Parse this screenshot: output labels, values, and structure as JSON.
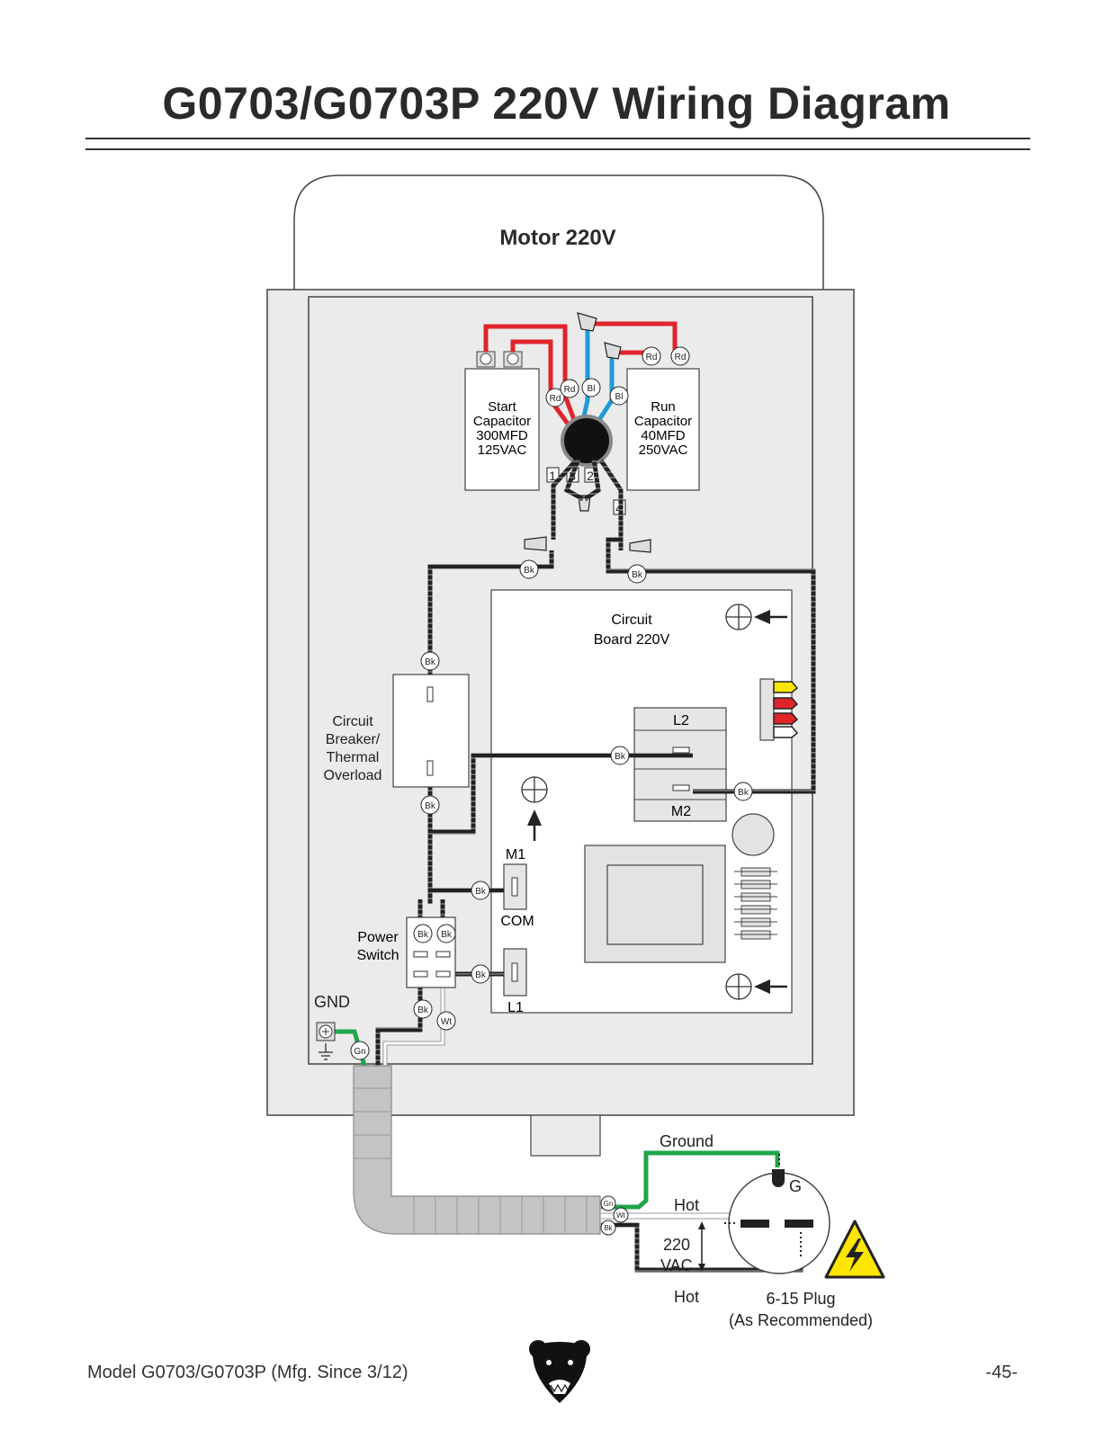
{
  "title": "G0703/G0703P 220V Wiring Diagram",
  "motor": {
    "label": "Motor 220V"
  },
  "start_capacitor": {
    "line1": "Start",
    "line2": "Capacitor",
    "line3": "300MFD",
    "line4": "125VAC"
  },
  "run_capacitor": {
    "line1": "Run",
    "line2": "Capacitor",
    "line3": "40MFD",
    "line4": "250VAC"
  },
  "terminals": {
    "t1": "1",
    "t2": "2",
    "t3": "3",
    "t4": "4"
  },
  "wire_tags": {
    "red": "Rd",
    "blue": "Bl",
    "black": "Bk",
    "white": "Wt",
    "green": "Gn"
  },
  "circuit_board": {
    "line1": "Circuit",
    "line2": "Board 220V",
    "l2": "L2",
    "m2": "M2",
    "m1": "M1",
    "com": "COM",
    "l1": "L1"
  },
  "breaker": {
    "line1": "Circuit",
    "line2": "Breaker/",
    "line3": "Thermal",
    "line4": "Overload"
  },
  "power_switch": {
    "line1": "Power",
    "line2": "Switch"
  },
  "gnd_label": "GND",
  "plug": {
    "ground": "Ground",
    "hot_top": "Hot",
    "hot_bottom": "Hot",
    "vac1": "220",
    "vac2": "VAC",
    "g": "G",
    "name": "6-15 Plug",
    "note": "(As Recommended)"
  },
  "footer": {
    "model": "Model G0703/G0703P (Mfg. Since 3/12)",
    "page": "-45-"
  },
  "colors": {
    "red": "#e0242b",
    "blue": "#1f9ad6",
    "green": "#21a54a",
    "black": "#222222",
    "yellow": "#ffe600",
    "gray": "#e8e8e8"
  }
}
